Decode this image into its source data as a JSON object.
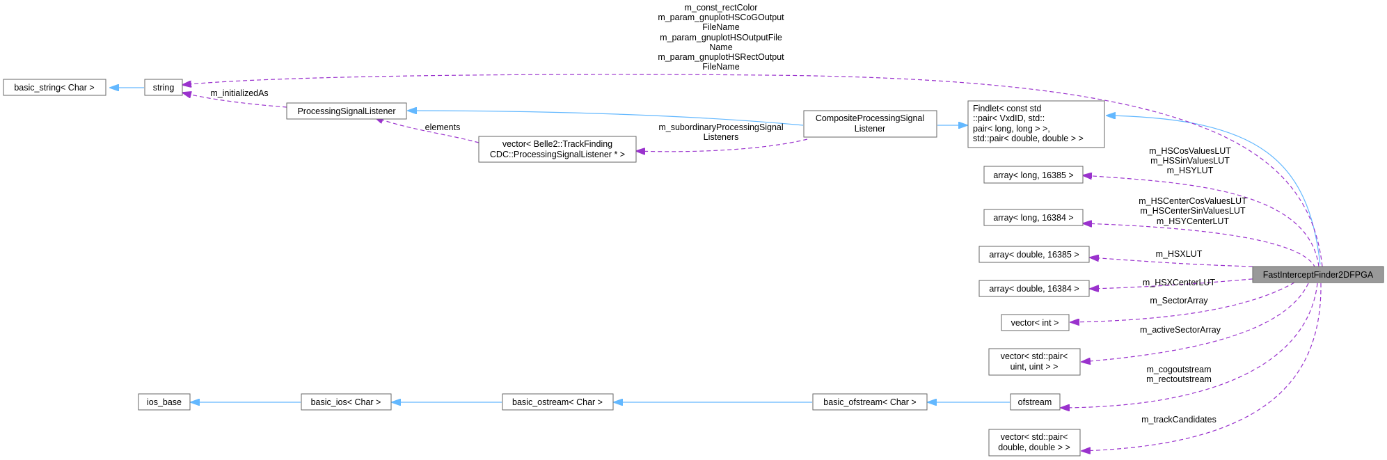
{
  "nodes": {
    "basic_string": "basic_string< Char >",
    "string": "string",
    "processing_signal_listener": "ProcessingSignalListener",
    "vector_listener": [
      "vector< Belle2::TrackFinding",
      "CDC::ProcessingSignalListener * >"
    ],
    "composite_listener": [
      "CompositeProcessingSignal",
      "Listener"
    ],
    "findlet": [
      "Findlet< const std",
      "::pair< VxdID, std::",
      "pair< long, long > >,",
      " std::pair< double, double > >"
    ],
    "array_long_16385": "array< long, 16385 >",
    "array_long_16384": "array< long, 16384 >",
    "array_double_16385": "array< double, 16385 >",
    "array_double_16384": "array< double, 16384 >",
    "vector_int": "vector< int >",
    "vector_pair_uint": [
      "vector< std::pair<",
      "uint, uint > >"
    ],
    "ios_base": "ios_base",
    "basic_ios": "basic_ios< Char >",
    "basic_ostream": "basic_ostream< Char >",
    "basic_ofstream": "basic_ofstream< Char >",
    "ofstream": "ofstream",
    "vector_pair_double": [
      "vector< std::pair<",
      "double, double > >"
    ],
    "main": "FastInterceptFinder2DFPGA"
  },
  "edge_labels": {
    "string_members": [
      "m_const_rectColor",
      "m_param_gnuplotHSCoGOutput",
      "FileName",
      "m_param_gnuplotHSOutputFile",
      "Name",
      "m_param_gnuplotHSRectOutput",
      "FileName"
    ],
    "initialized_as": "m_initializedAs",
    "elements": "elements",
    "subordinary_listeners": [
      "m_subordinaryProcessingSignal",
      "Listeners"
    ],
    "lut_16385": [
      "m_HSCosValuesLUT",
      "m_HSSinValuesLUT",
      "m_HSYLUT"
    ],
    "lut_16384": [
      "m_HSCenterCosValuesLUT",
      "m_HSCenterSinValuesLUT",
      "m_HSYCenterLUT"
    ],
    "hsxlut": "m_HSXLUT",
    "hsxcenterlut": "m_HSXCenterLUT",
    "sector_array": "m_SectorArray",
    "active_sector_array": "m_activeSectorArray",
    "streams": [
      "m_cogoutstream",
      "m_rectoutstream"
    ],
    "track_candidates": "m_trackCandidates"
  },
  "colors": {
    "inheritance_edge": "#63b8ff",
    "usage_edge": "#9a32cd",
    "main_node_fill": "#999999"
  }
}
